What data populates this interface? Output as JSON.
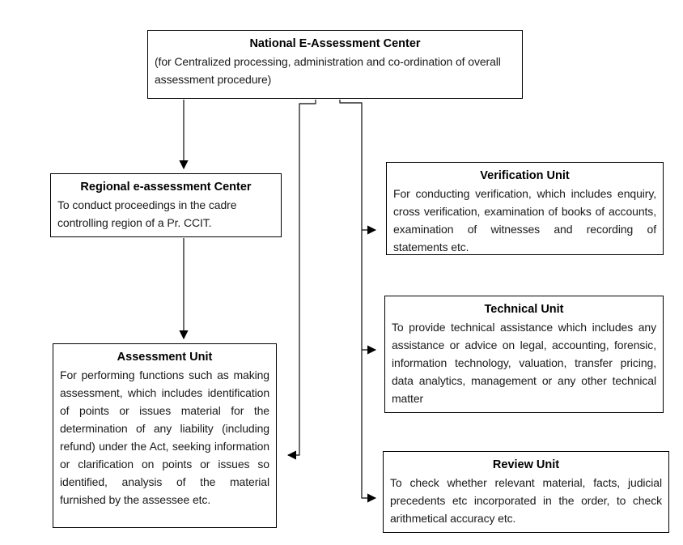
{
  "diagram": {
    "background_color": "#ffffff",
    "border_color": "#000000",
    "line_color": "#2e2e2e",
    "text_color": "#1a1a1a",
    "nodes": [
      {
        "id": "national",
        "title": "National E-Assessment Center",
        "description": "(for Centralized processing, administration and co-ordination of overall assessment procedure)"
      },
      {
        "id": "regional",
        "title": "Regional e-assessment Center",
        "description": "To conduct proceedings in the cadre controlling region of a Pr. CCIT."
      },
      {
        "id": "assessment",
        "title": "Assessment Unit",
        "description": "For performing functions such as making assessment, which includes identification of points or issues material for the determination of any liability (including refund) under the Act, seeking information or clarification on points or issues so identified, analysis of the material furnished by the assessee etc."
      },
      {
        "id": "verification",
        "title": "Verification Unit",
        "description": "For conducting verification, which includes enquiry, cross verification, examination of books of accounts, examination of witnesses and recording of statements etc."
      },
      {
        "id": "technical",
        "title": "Technical Unit",
        "description": "To provide technical assistance which includes any assistance or advice on legal, accounting, forensic, information technology, valuation, transfer pricing, data analytics, management or any other technical matter"
      },
      {
        "id": "review",
        "title": "Review Unit",
        "description": "To check whether relevant material, facts, judicial precedents etc incorporated in the order, to check arithmetical accuracy etc."
      }
    ],
    "edges": [
      {
        "from": "National E-Assessment Center",
        "to": "Regional e-assessment Center"
      },
      {
        "from": "Regional e-assessment Center",
        "to": "Assessment Unit"
      },
      {
        "from": "National E-Assessment Center",
        "to": "Assessment Unit"
      },
      {
        "from": "National E-Assessment Center",
        "to": "Verification Unit"
      },
      {
        "from": "National E-Assessment Center",
        "to": "Technical Unit"
      },
      {
        "from": "National E-Assessment Center",
        "to": "Review Unit"
      }
    ]
  }
}
